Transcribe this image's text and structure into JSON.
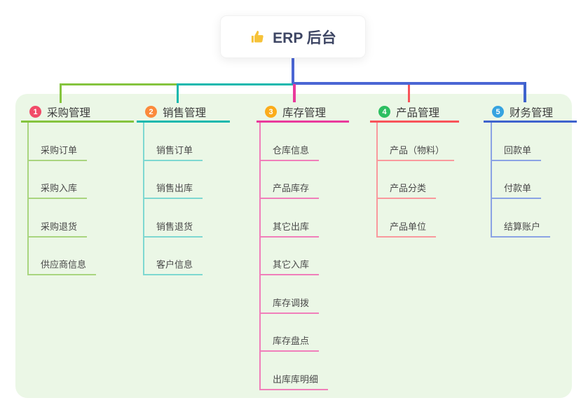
{
  "root": {
    "title": "ERP 后台",
    "icon": "thumbs-up-icon"
  },
  "panel_color": "#ebf7e6",
  "root_connector_color": "#4b66d4",
  "branches": [
    {
      "badge": "1",
      "label": "采购管理",
      "badge_color": "#f14b68",
      "line_color": "#85c43e",
      "light_color": "#a9d57f",
      "children": [
        "采购订单",
        "采购入库",
        "采购退货",
        "供应商信息"
      ]
    },
    {
      "badge": "2",
      "label": "销售管理",
      "badge_color": "#fb8a3c",
      "line_color": "#14b8ae",
      "light_color": "#7ed8d1",
      "children": [
        "销售订单",
        "销售出库",
        "销售退货",
        "客户信息"
      ]
    },
    {
      "badge": "3",
      "label": "库存管理",
      "badge_color": "#fbac1b",
      "line_color": "#e93a9c",
      "light_color": "#f07fba",
      "children": [
        "仓库信息",
        "产品库存",
        "其它出库",
        "其它入库",
        "库存调拨",
        "库存盘点",
        "出库库明细"
      ]
    },
    {
      "badge": "4",
      "label": "产品管理",
      "badge_color": "#2dbf62",
      "line_color": "#f8545a",
      "light_color": "#f9999d",
      "children": [
        "产品（物料）",
        "产品分类",
        "产品单位"
      ]
    },
    {
      "badge": "5",
      "label": "财务管理",
      "badge_color": "#36a3e0",
      "line_color": "#3f63cd",
      "light_color": "#8ba3e4",
      "children": [
        "回款单",
        "付款单",
        "结算账户"
      ]
    }
  ]
}
